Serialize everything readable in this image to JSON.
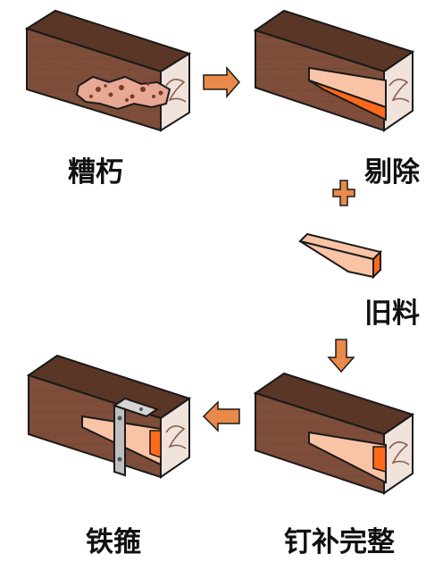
{
  "steps": [
    {
      "label": "糟朽"
    },
    {
      "label": "剔除"
    },
    {
      "label": "旧料"
    },
    {
      "label": "钉补完整"
    },
    {
      "label": "铁箍"
    }
  ],
  "colors": {
    "wood_dark": "#5a3626",
    "wood_mid": "#7e4e3a",
    "wood_light": "#9a6650",
    "end_grain": "#efe3dc",
    "cut_orange": "#ff6a1a",
    "patch_light": "#f9c4a6",
    "decay_fill": "#e9a894",
    "arrow_fill": "#e98a4a",
    "hoop_metal": "#bfbfbf",
    "outline": "#1a1a1a"
  }
}
